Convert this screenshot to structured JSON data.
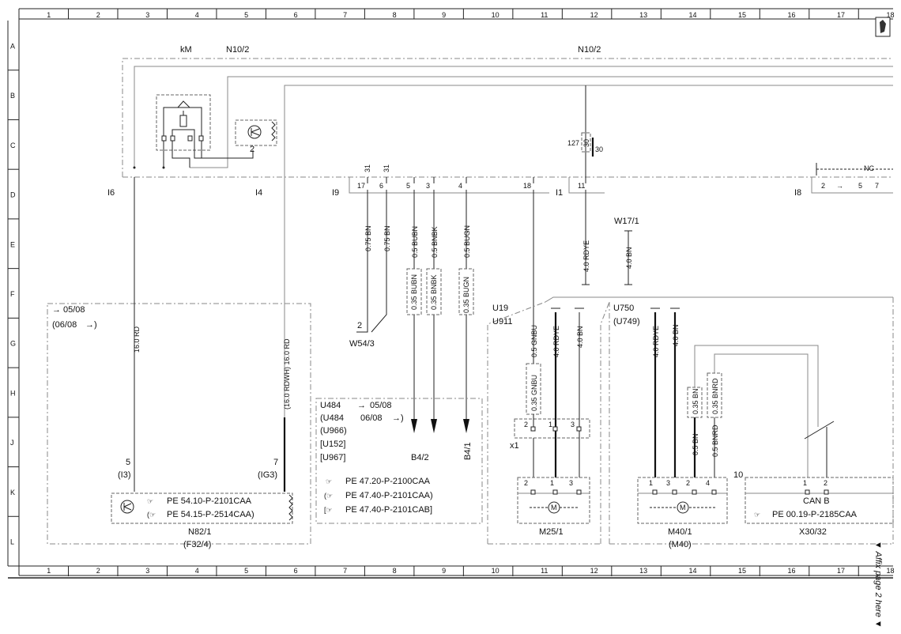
{
  "grid": {
    "columns": [
      "1",
      "2",
      "3",
      "4",
      "5",
      "6",
      "7",
      "8",
      "9",
      "10",
      "11",
      "12",
      "13",
      "14",
      "15",
      "16",
      "17",
      "18"
    ],
    "rows": [
      "A",
      "B",
      "C",
      "D",
      "E",
      "F",
      "G",
      "H",
      "J",
      "K",
      "L"
    ]
  },
  "labels": {
    "kM": "kM",
    "n10_2_left": "N10/2",
    "n10_2_right": "N10/2",
    "i6": "I6",
    "i4": "I4",
    "i9": "I9",
    "i1": "I1",
    "i8": "I8",
    "nc": "NC",
    "w17_1": "W17/1",
    "w54_3": "W54/3",
    "w54_3_pin": "2",
    "relay_pin2": "2",
    "fuse_127": "127",
    "fuse_30a": "30",
    "fuse_30b": "30",
    "pins_top": [
      "31",
      "31"
    ],
    "pins_d": [
      "17",
      "6",
      "5",
      "3",
      "4",
      "18",
      "11"
    ],
    "pins_i8": [
      "2",
      "5",
      "7"
    ],
    "x1": "x1"
  },
  "wires": {
    "w075bn_a": "0.75 BN",
    "w075bn_b": "0.75 BN",
    "w05bubn": "0.5 BUBN",
    "w05bnbk": "0.5 BNBK",
    "w05bugn": "0.5 BUGN",
    "w40rdye": "4.0 RDYE",
    "w40bn": "4.0 BN",
    "w035bubn": "0.35 BUBN",
    "w035bnbk": "0.35 BNBK",
    "w035bugn": "0.35 BUGN",
    "w160rd": "16.0 RD",
    "w160rdwh": "(16.0 RDWH) 16.0 RD",
    "u19_05gnbu": "0.5 GNBU",
    "u19_40rdye": "4.0 RDYE",
    "u19_40bn": "4.0 BN",
    "u19_035gnbu": "0.35 GNBU",
    "u750_40rdye": "4.0 RDYE",
    "u750_40bn": "4.0 BN",
    "u750_035bn": "0.35 BN",
    "u750_035bnrd": "0.35 BNRD",
    "u750_05bn": "0.5 BN",
    "u750_05bnrd": "0.5 BNRD"
  },
  "blocks": {
    "left": {
      "date1": "05/08",
      "date2": "(06/08",
      "pin5": "5",
      "pin5b": "(I3)",
      "pin7": "7",
      "pin7b": "(IG3)",
      "ref1": "PE 54.10-P-2101CAA",
      "ref2": "PE 54.15-P-2514CAA)",
      "name": "N82/1",
      "name2": "(F32/4)"
    },
    "mid": {
      "line1a": "U484",
      "line1b": "05/08",
      "line2a": "(U484",
      "line2b": "06/08",
      "line3": "(U966)",
      "line4": "[U152]",
      "line5": "[U967]",
      "b42": "B4/2",
      "b41": "B4/1",
      "ref1": "PE 47.20-P-2100CAA",
      "ref2": "PE 47.40-P-2101CAA)",
      "ref3": "PE 47.40-P-2101CAB]"
    },
    "u19": {
      "title": "U19",
      "title2": "U911",
      "pins": [
        "2",
        "1",
        "3"
      ],
      "pins2": [
        "2",
        "1",
        "3"
      ],
      "motor": "M",
      "name": "M25/1"
    },
    "u750": {
      "title": "U750",
      "title2": "(U749)",
      "pins": [
        "1",
        "3",
        "2",
        "4"
      ],
      "motor": "M",
      "name": "M40/1",
      "name2": "(M40)",
      "pin10": "10"
    },
    "x30": {
      "pins": [
        "1",
        "2"
      ],
      "can": "CAN B",
      "ref": "PE 00.19-P-2185CAA",
      "name": "X30/32"
    }
  },
  "side_note": "Affix page 2 here"
}
